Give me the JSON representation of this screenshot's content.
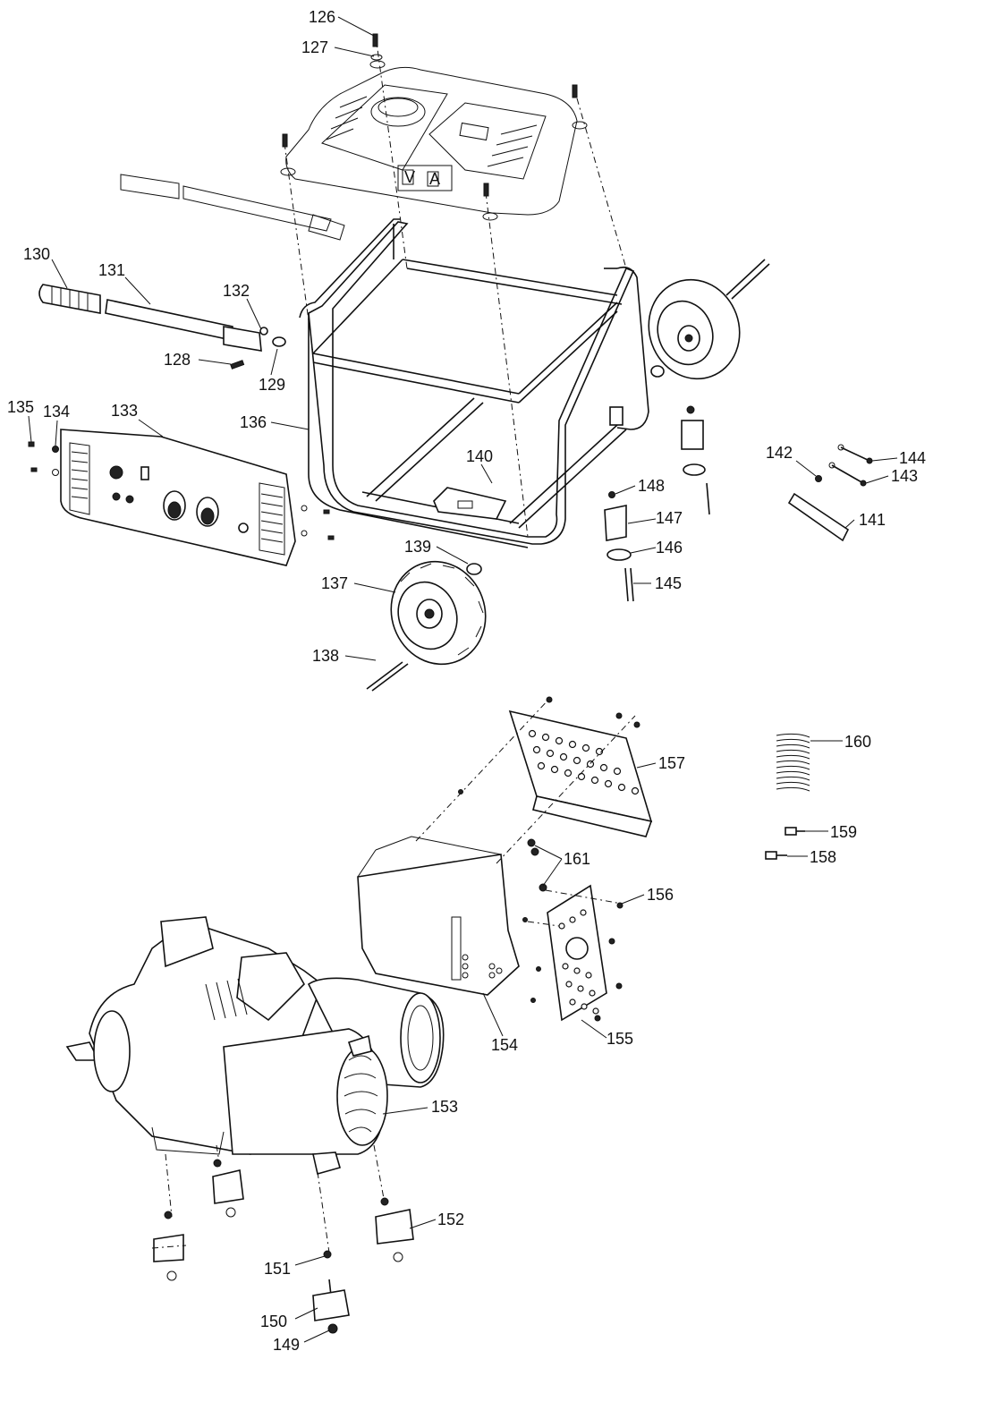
{
  "diagram": {
    "labels": {
      "l126": "126",
      "l127": "127",
      "l128": "128",
      "l129": "129",
      "l130": "130",
      "l131": "131",
      "l132": "132",
      "l133": "133",
      "l134": "134",
      "l135": "135",
      "l136": "136",
      "l137": "137",
      "l138": "138",
      "l139": "139",
      "l140": "140",
      "l141": "141",
      "l142": "142",
      "l143": "143",
      "l144": "144",
      "l145": "145",
      "l146": "146",
      "l147": "147",
      "l148": "148",
      "l149": "149",
      "l150": "150",
      "l151": "151",
      "l152": "152",
      "l153": "153",
      "l154": "154",
      "l155": "155",
      "l156": "156",
      "l157": "157",
      "l158": "158",
      "l159": "159",
      "l160": "160",
      "l161": "161"
    },
    "panel_text": {
      "volt": "V",
      "amp": "A"
    }
  }
}
